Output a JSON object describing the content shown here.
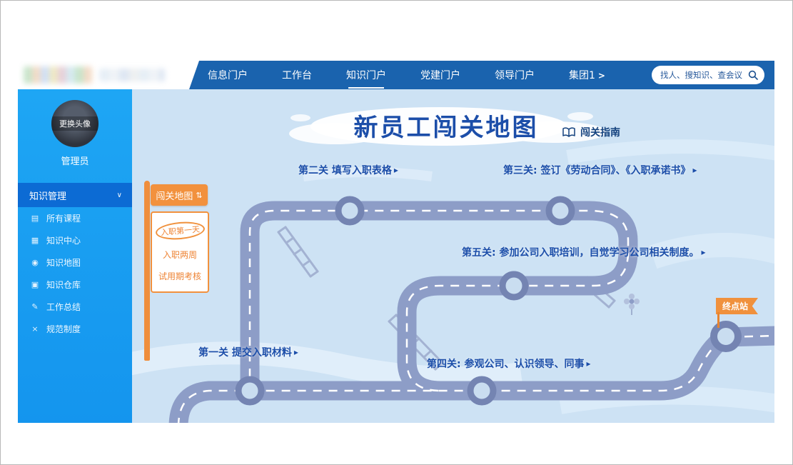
{
  "header": {
    "nav_items": [
      {
        "label": "信息门户"
      },
      {
        "label": "工作台"
      },
      {
        "label": "知识门户",
        "active": true
      },
      {
        "label": "党建门户"
      },
      {
        "label": "领导门户"
      },
      {
        "label": "集团1",
        "chevron": ">"
      }
    ],
    "search": {
      "placeholder": "找人、搜知识、查会议"
    }
  },
  "sidebar": {
    "avatar_overlay": "更换头像",
    "username": "管理员",
    "active_item": {
      "label": "知识管理",
      "chevron": "∨"
    },
    "items": [
      {
        "label": "所有课程",
        "icon": "▤"
      },
      {
        "label": "知识中心",
        "icon": "▦"
      },
      {
        "label": "知识地图",
        "icon": "◉"
      },
      {
        "label": "知识仓库",
        "icon": "▣"
      },
      {
        "label": "工作总结",
        "icon": "✎"
      },
      {
        "label": "规范制度",
        "icon": "×"
      }
    ]
  },
  "map": {
    "title": "新员工闯关地图",
    "guide_label": "闯关指南",
    "signpost": {
      "button_label": "闯关地图",
      "toggle_icon": "⇅",
      "panel_rows": [
        "入职第一天",
        "入职两周",
        "试用期考核"
      ]
    },
    "stages": [
      {
        "label": "第一关 提交入职材料",
        "arrow": "▸"
      },
      {
        "label": "第二关 填写入职表格",
        "arrow": "▸"
      },
      {
        "label": "第三关: 签订《劳动合同》、《入职承诺书》",
        "arrow": "▸"
      },
      {
        "label": "第四关: 参观公司、认识领导、同事",
        "arrow": "▸"
      },
      {
        "label": "第五关: 参加公司入职培训，自觉学习公司相关制度。",
        "arrow": "▸"
      }
    ],
    "end_station_label": "终点站"
  },
  "colors": {
    "nav_blue": "#1a63ae",
    "sidebar_blue": "#189ef2",
    "active_menu_blue": "#0c6bd4",
    "accent_orange": "#f0913d",
    "road": "#8d9dc7",
    "title_blue": "#1c4ea9"
  }
}
